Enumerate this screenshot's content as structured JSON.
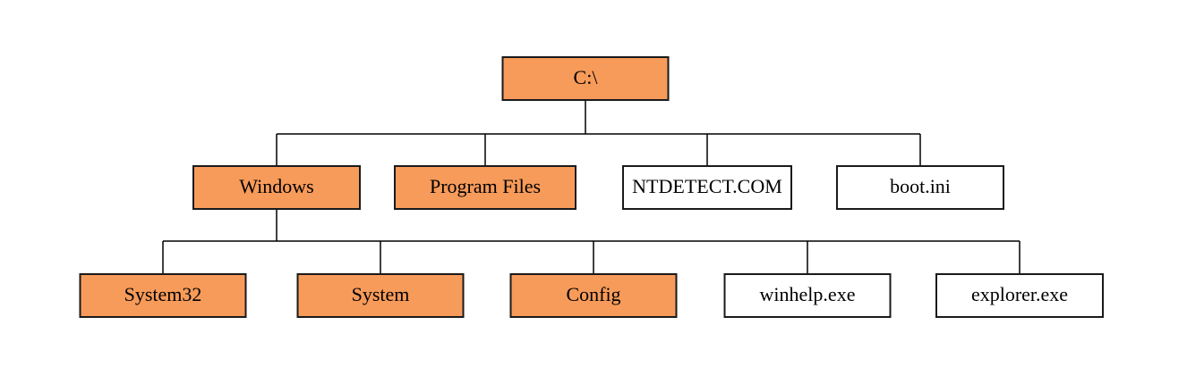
{
  "colors": {
    "folder_fill": "#F79B5A",
    "file_fill": "#FFFFFF",
    "border": "#1a1a1a",
    "line": "#000000"
  },
  "tree": {
    "root": {
      "label": "C:\\",
      "kind": "folder"
    },
    "level1": [
      {
        "label": "Windows",
        "kind": "folder"
      },
      {
        "label": "Program Files",
        "kind": "folder"
      },
      {
        "label": "NTDETECT.COM",
        "kind": "file"
      },
      {
        "label": "boot.ini",
        "kind": "file"
      }
    ],
    "level2": [
      {
        "label": "System32",
        "kind": "folder"
      },
      {
        "label": "System",
        "kind": "folder"
      },
      {
        "label": "Config",
        "kind": "folder"
      },
      {
        "label": "winhelp.exe",
        "kind": "file"
      },
      {
        "label": "explorer.exe",
        "kind": "file"
      }
    ]
  }
}
